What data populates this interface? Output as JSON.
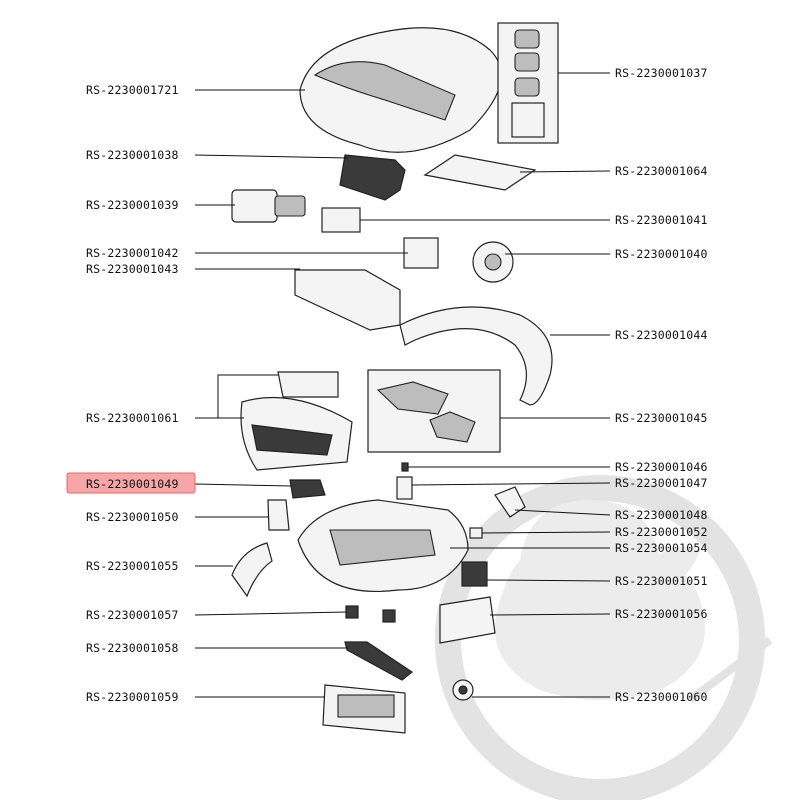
{
  "diagram": {
    "highlight_color": "#f28b8b",
    "highlighted_part": "RS-2230001049",
    "labels_left": [
      "RS-2230001721",
      "RS-2230001038",
      "RS-2230001039",
      "RS-2230001042",
      "RS-2230001043",
      "RS-2230001061",
      "RS-2230001049",
      "RS-2230001050",
      "RS-2230001055",
      "RS-2230001057",
      "RS-2230001058",
      "RS-2230001059"
    ],
    "labels_right": [
      "RS-2230001037",
      "RS-2230001064",
      "RS-2230001041",
      "RS-2230001040",
      "RS-2230001044",
      "RS-2230001045",
      "RS-2230001046",
      "RS-2230001047",
      "RS-2230001048",
      "RS-2230001052",
      "RS-2230001054",
      "RS-2230001051",
      "RS-2230001056",
      "RS-2230001060"
    ]
  }
}
